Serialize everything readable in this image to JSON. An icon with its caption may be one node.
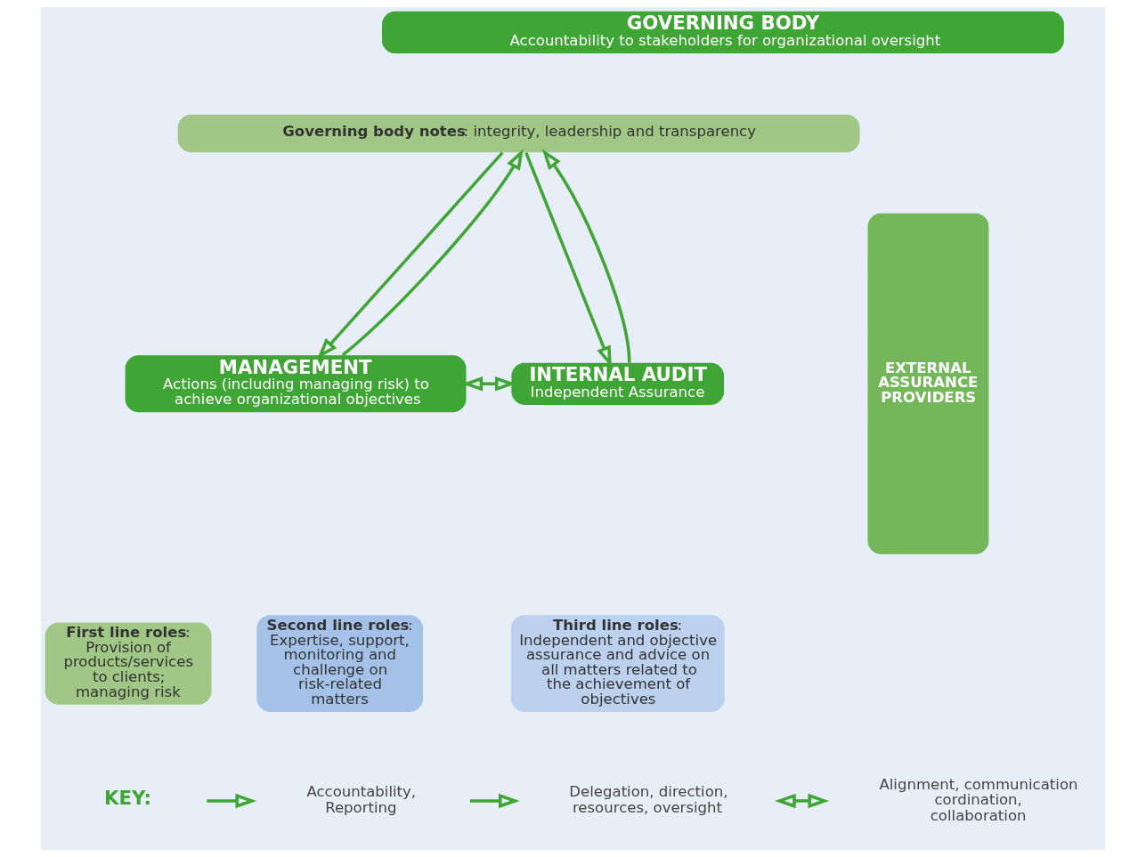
{
  "diagram": {
    "nodes": [
      {
        "text": [
          "GOVERNING BODY",
          "Accountability to stakeholders for organizational oversight"
        ]
      },
      {
        "text": [
          "**Governing body notes**: integrity, leadership and transparency"
        ]
      },
      {
        "text": [
          "MANAGEMENT",
          "Actions (including managing risk) to achieve organizational objectives"
        ]
      },
      {
        "text": [
          "**First line roles**: Provision of products/services to clients; managing risk"
        ]
      },
      {
        "text": [
          "**Second line roles**: Expertise, support, monitoring and challenge on risk-related matters"
        ]
      },
      {
        "text": [
          "INTERNAL AUDIT",
          "Independent Assurance"
        ]
      },
      {
        "text": [
          "**Third line roles**: Independent and objective assurance and advice on all matters related to the achievement of objectives"
        ]
      },
      {
        "text": [
          "EXTERNAL ASSURANCE PROVIDERS"
        ]
      }
    ],
    "edges": [
      {
        "from": 1,
        "to": 2,
        "arrow": "to"
      },
      {
        "from": 2,
        "to": 1,
        "arrow": "to"
      },
      {
        "from": 1,
        "to": 5,
        "arrow": "to"
      },
      {
        "from": 5,
        "to": 1,
        "arrow": "to"
      },
      {
        "from": 2,
        "to": 5,
        "arrow": "both"
      }
    ],
    "labels": [
      "KEY:"
    ],
    "legend": [
      {
        "text": "Accountability, Reporting"
      },
      {
        "text": "Delegation, direction, resources, oversight"
      },
      {
        "text": "Alignment, communication cordination, collaboration"
      }
    ]
  }
}
